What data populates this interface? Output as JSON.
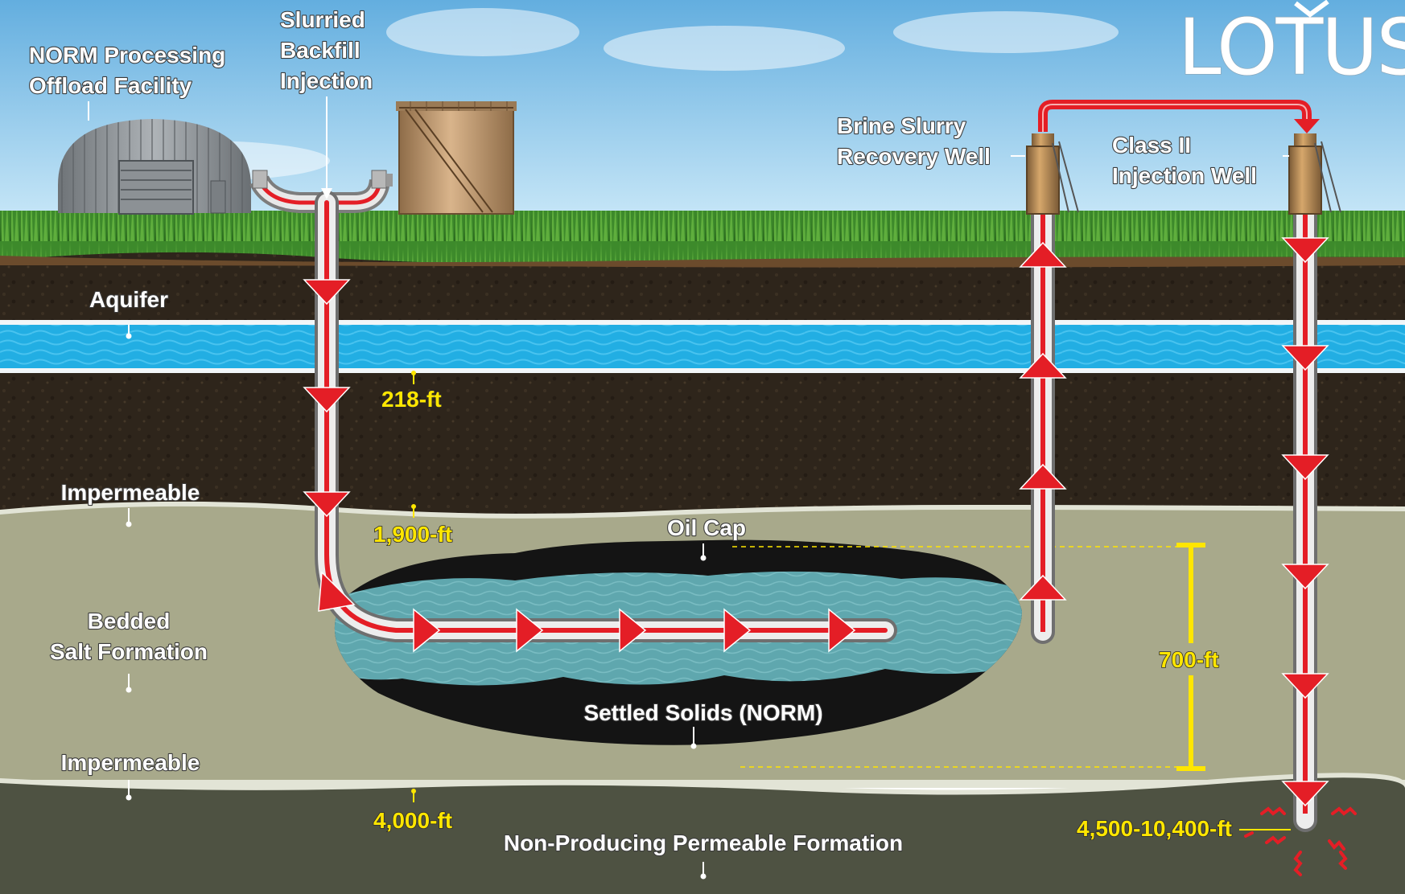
{
  "logo": {
    "text": "LOTUS"
  },
  "labels": {
    "norm_facility": [
      "NORM Processing",
      "Offload Facility"
    ],
    "backfill": [
      "Slurried",
      "Backfill",
      "Injection"
    ],
    "brine_well": [
      "Brine Slurry",
      "Recovery Well"
    ],
    "class2_well": [
      "Class II",
      "Injection Well"
    ],
    "aquifer": "Aquifer",
    "impermeable_upper": "Impermeable",
    "bedded_salt": [
      "Bedded",
      "Salt Formation"
    ],
    "impermeable_lower": "Impermeable",
    "oil_cap": "Oil Cap",
    "settled_solids": "Settled Solids (NORM)",
    "non_producing": "Non-Producing Permeable Formation"
  },
  "depths": {
    "aquifer_base": "218-ft",
    "salt_top": "1,900-ft",
    "salt_base": "4,000-ft",
    "cavern_height": "700-ft",
    "injection_zone": "4,500-10,400-ft"
  },
  "colors": {
    "sky_top": "#6fb7e6",
    "sky_bottom": "#bfe3f7",
    "grass": "#3f8a2c",
    "soil": "#2e251c",
    "aquifer": "#1ea9e0",
    "salt": "#a7a88a",
    "lower_formation": "#4d5140",
    "cavern_brine": "#5ea6ae",
    "cavern_dark": "#121212",
    "flow_red": "#e41e26",
    "pipe_silver": "#c9c9c9",
    "depth_yellow": "#ffe600"
  }
}
